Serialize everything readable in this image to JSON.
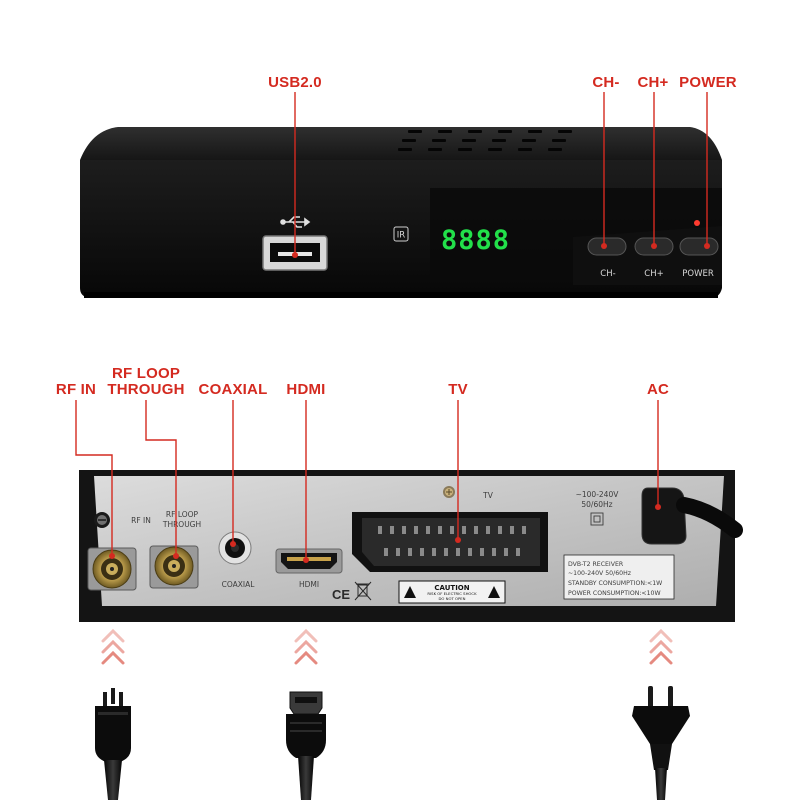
{
  "front_callouts": {
    "usb": "USB2.0",
    "ch_minus": "CH-",
    "ch_plus": "CH+",
    "power": "POWER"
  },
  "front_panel": {
    "ir_label": "IR",
    "display_digits": "8888",
    "button_ch_minus": "CH-",
    "button_ch_plus": "CH+",
    "button_power": "POWER"
  },
  "rear_callouts": {
    "rf_in": "RF IN",
    "rf_loop_line1": "RF LOOP",
    "rf_loop_line2": "THROUGH",
    "coaxial": "COAXIAL",
    "hdmi": "HDMI",
    "tv": "TV",
    "ac": "AC"
  },
  "rear_panel": {
    "rf_in_label": "RF IN",
    "rf_loop_label_line1": "RF LOOP",
    "rf_loop_label_line2": "THROUGH",
    "coaxial_label": "COAXIAL",
    "hdmi_label": "HDMI",
    "tv_label": "TV",
    "power_rating_line1": "~100-240V",
    "power_rating_line2": "50/60Hz",
    "ce_mark": "CE",
    "caution_title": "CAUTION",
    "caution_line1": "RISK OF ELECTRIC SHOCK",
    "caution_line2": "DO NOT OPEN",
    "spec_line1": "DVB-T2 RECEIVER",
    "spec_line2": "~100-240V 50/60Hz",
    "spec_line3": "STANDBY CONSUMPTION:<1W",
    "spec_line4": "POWER CONSUMPTION:<10W"
  },
  "colors": {
    "callout": "#d42a20",
    "led_display": "#22e04a",
    "chassis": "#121212",
    "panel": "#c9c9c9",
    "arrow": "#e58a80"
  },
  "cables": [
    "din-connector",
    "hdmi-connector",
    "power-plug"
  ]
}
